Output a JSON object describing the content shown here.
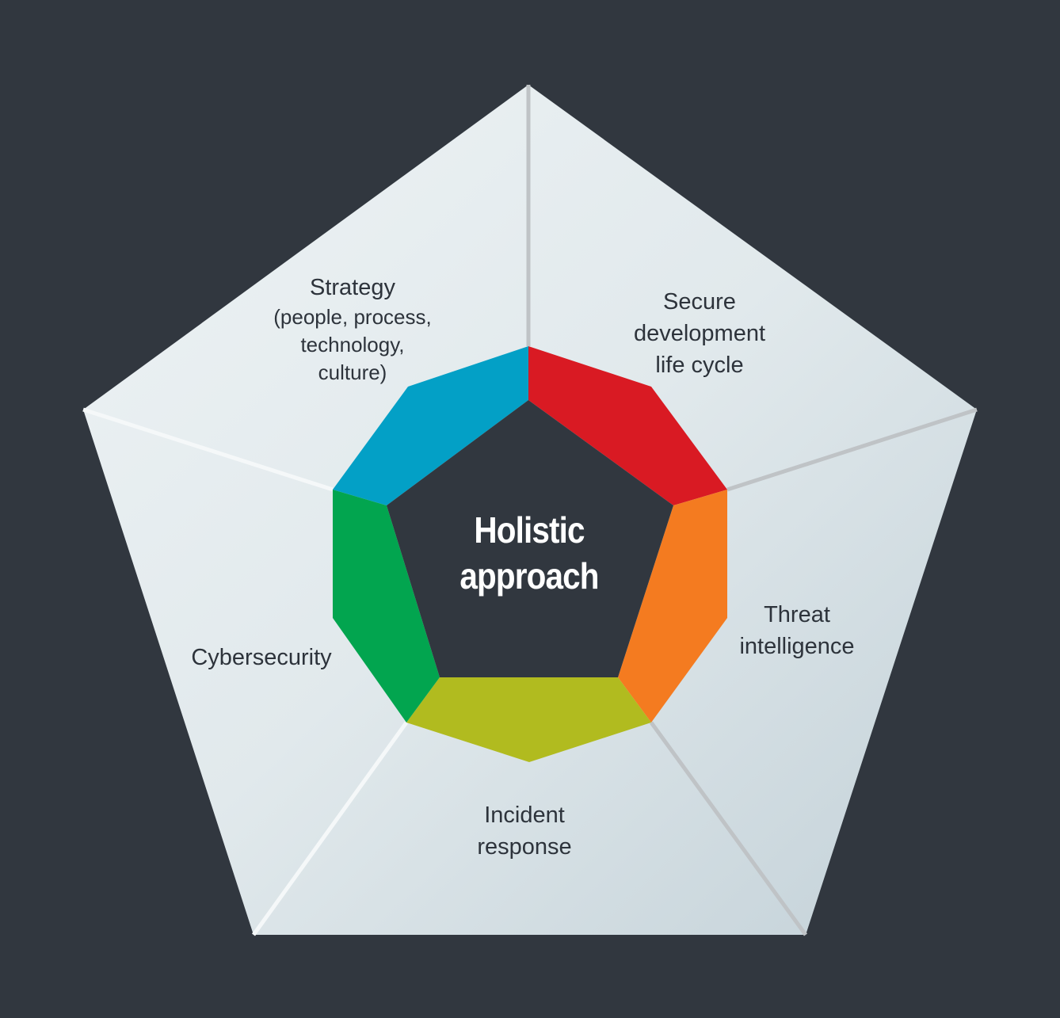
{
  "center": {
    "line1": "Holistic",
    "line2": "approach"
  },
  "segments": [
    {
      "id": "strategy",
      "title": "Strategy",
      "sub1": "(people, process,",
      "sub2": "technology,",
      "sub3": "culture)",
      "color": "#03a0c6"
    },
    {
      "id": "secure-dev",
      "line1": "Secure",
      "line2": "development",
      "line3": "life cycle",
      "color": "#d91a23"
    },
    {
      "id": "threat-intel",
      "line1": "Threat",
      "line2": "intelligence",
      "color": "#f47b20"
    },
    {
      "id": "incident-response",
      "line1": "Incident",
      "line2": "response",
      "color": "#b1bb1f"
    },
    {
      "id": "cybersecurity",
      "line1": "Cybersecurity",
      "color": "#02a54f"
    }
  ],
  "colors": {
    "background": "#31373f",
    "panel_light": "#ecf2f4",
    "panel_dark": "#c4d2d9",
    "text": "#2d333b"
  }
}
